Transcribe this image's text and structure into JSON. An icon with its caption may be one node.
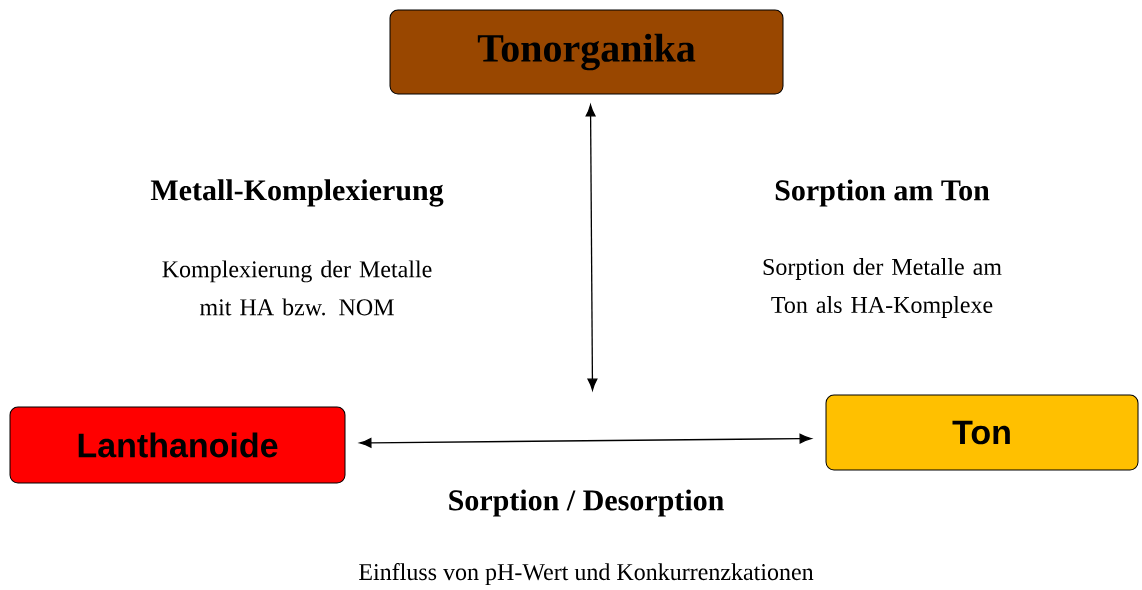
{
  "diagram": {
    "nodes": [
      {
        "text": [
          "Tonorganika"
        ]
      },
      {
        "text": [
          "Lanthanoide"
        ]
      },
      {
        "text": [
          "Ton"
        ]
      }
    ],
    "edges": [
      {
        "from": 0,
        "to": null,
        "arrow": "both"
      },
      {
        "from": 1,
        "to": 2,
        "arrow": "both"
      }
    ],
    "labels": [
      "Metall-Komplexierung",
      "Sorption am Ton",
      "Komplexierung der Metalle mit HA bzw. NOM",
      "Sorption der Metalle am Ton als HA-Komplexe",
      "Sorption / Desorption",
      "Einfluss von pH-Wert und Konkurrenzkationen"
    ]
  }
}
